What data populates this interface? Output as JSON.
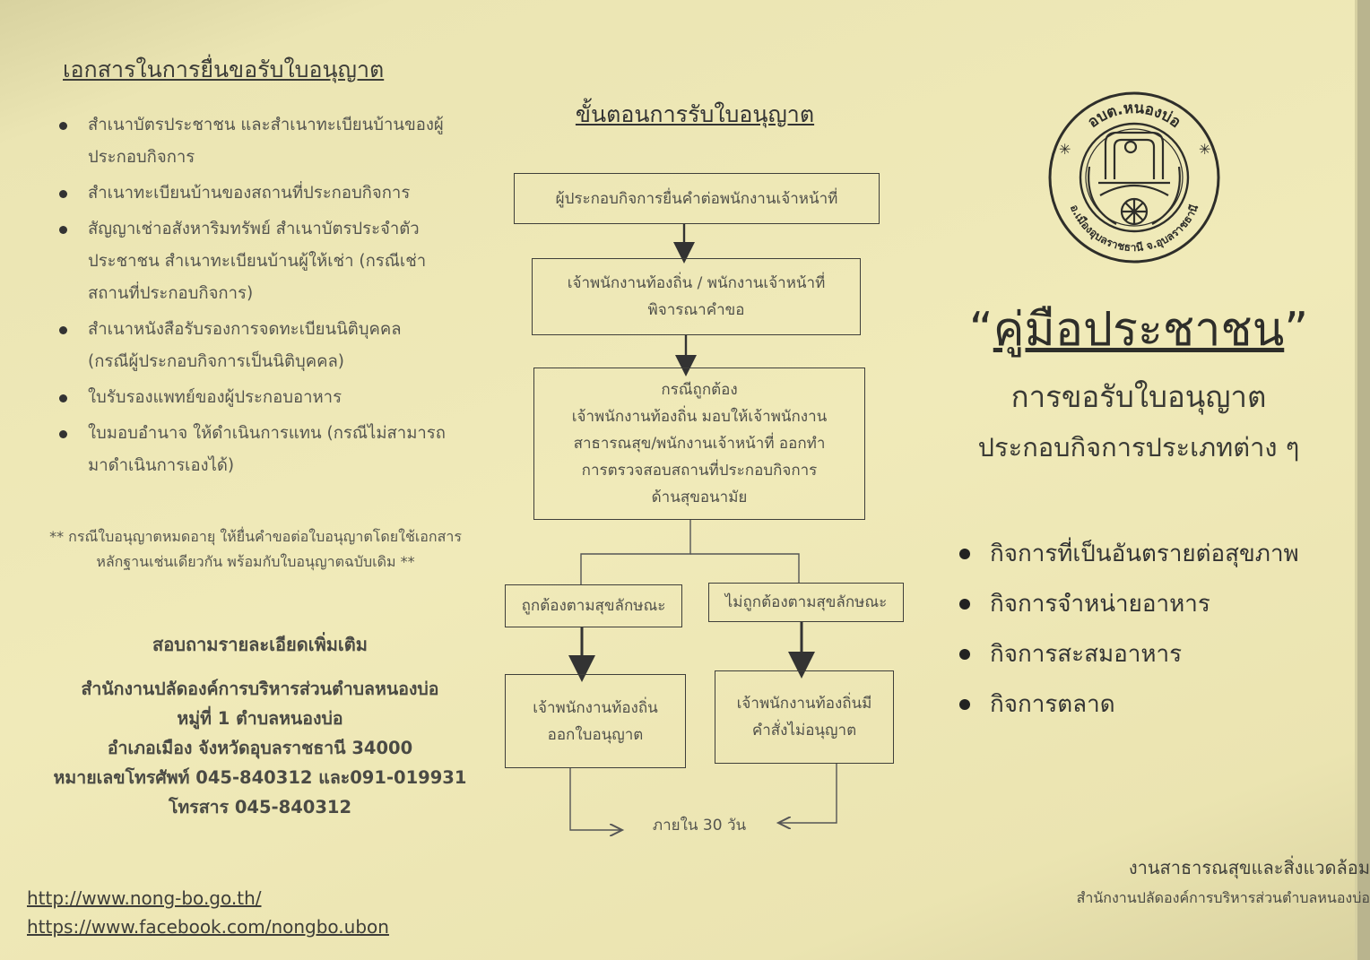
{
  "documents": {
    "title": "เอกสารในการยื่นขอรับใบอนุญาต",
    "items": [
      [
        "สำเนาบัตรประชาชน และสำเนาทะเบียนบ้านของผู้",
        "ประกอบกิจการ"
      ],
      [
        "สำเนาทะเบียนบ้านของสถานที่ประกอบกิจการ"
      ],
      [
        "สัญญาเช่าอสังหาริมทรัพย์ สำเนาบัตรประจำตัว",
        "ประชาชน สำเนาทะเบียนบ้านผู้ให้เช่า (กรณีเช่า",
        "สถานที่ประกอบกิจการ)"
      ],
      [
        "สำเนาหนังสือรับรองการจดทะเบียนนิติบุคคล",
        "(กรณีผู้ประกอบกิจการเป็นนิติบุคคล)"
      ],
      [
        "ใบรับรองแพทย์ของผู้ประกอบอาหาร"
      ],
      [
        "ใบมอบอำนาจ ให้ดำเนินการแทน (กรณีไม่สามารถ",
        "มาดำเนินการเองได้)"
      ]
    ],
    "note": [
      "** กรณีใบอนุญาตหมดอายุ ให้ยื่นคำขอต่อใบอนุญาตโดยใช้เอกสาร",
      "หลักฐานเช่นเดียวกัน พร้อมกับใบอนุญาตฉบับเดิม **"
    ]
  },
  "contact": {
    "heading": "สอบถามรายละเอียดเพิ่มเติม",
    "lines": [
      "สำนักงานปลัดองค์การบริหารส่วนตำบลหนองบ่อ",
      "หมู่ที่ 1  ตำบลหนองบ่อ",
      "อำเภอเมือง จังหวัดอุบลราชธานี 34000",
      "หมายเลขโทรศัพท์ 045-840312 และ091-019931",
      "โทรสาร 045-840312"
    ],
    "website": "http://www.nong-bo.go.th/",
    "facebook": "https://www.facebook.com/nongbo.ubon"
  },
  "flow": {
    "title": "ขั้นตอนการรับใบอนุญาต",
    "step1": [
      "ผู้ประกอบกิจการยื่นคำต่อพนักงานเจ้าหน้าที่"
    ],
    "step2": [
      "เจ้าพนักงานท้องถิ่น / พนักงานเจ้าหน้าที่",
      "พิจารณาคำขอ"
    ],
    "step3": [
      "กรณีถูกต้อง",
      "เจ้าพนักงานท้องถิ่น มอบให้เจ้าพนักงาน",
      "สาธารณสุข/พนักงานเจ้าหน้าที่ ออกทำ",
      "การตรวจสอบสถานที่ประกอบกิจการ",
      "ด้านสุขอนามัย"
    ],
    "branch_yes": "ถูกต้องตามสุขลักษณะ",
    "branch_no": "ไม่ถูกต้องตามสุขลักษณะ",
    "result_yes": [
      "เจ้าพนักงานท้องถิ่น",
      "ออกใบอนุญาต"
    ],
    "result_no": [
      "เจ้าพนักงานท้องถิ่นมี",
      "คำสั่งไม่อนุญาต"
    ],
    "deadline": "ภายใน 30 วัน"
  },
  "cover": {
    "logo_top_text": "อบต.หนองบ่อ",
    "logo_bottom_text": "อ.เมืองอุบลราชธานี จ.อุบลราชธานี",
    "manual_title": "คู่มือประชาชน",
    "subtitle1": "การขอรับใบอนุญาต",
    "subtitle2": "ประกอบกิจการประเภทต่าง ๆ",
    "types": [
      "กิจการที่เป็นอันตรายต่อสุขภาพ",
      "กิจการจำหน่ายอาหาร",
      "กิจการสะสมอาหาร",
      "กิจการตลาด"
    ],
    "footer_dept": "งานสาธารณสุขและสิ่งแวดล้อม",
    "footer_office": "สำนักงานปลัดองค์การบริหารส่วนตำบลหนองบ่อ"
  },
  "colors": {
    "paper": "#ece6b3",
    "ink": "#3a3a36"
  }
}
